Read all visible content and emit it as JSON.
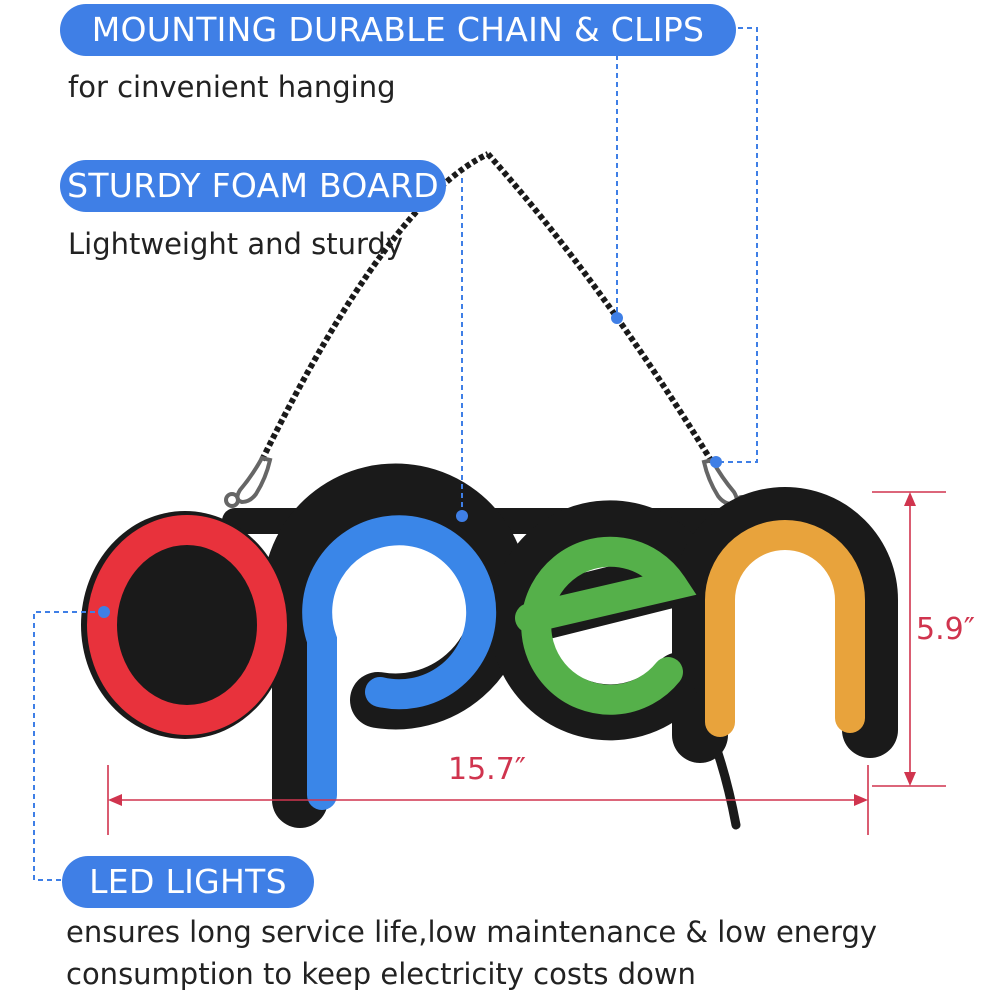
{
  "callouts": {
    "chain": {
      "title": "MOUNTING DURABLE CHAIN & CLIPS",
      "desc": "for cinvenient hanging"
    },
    "board": {
      "title": "STURDY FOAM BOARD",
      "desc": "Lightweight and sturdy"
    },
    "led": {
      "title": "LED LIGHTS",
      "desc_line1": "ensures long service life,low maintenance & low energy",
      "desc_line2": "consumption to keep electricity costs down"
    }
  },
  "dimensions": {
    "width": "15.7″",
    "height": "5.9″"
  },
  "colors": {
    "callout_bg": "#3f7fe6",
    "callout_text": "#ffffff",
    "dimension": "#d0344e",
    "letter_o": "#e8323c",
    "letter_p": "#3a86e8",
    "letter_e": "#55b04a",
    "letter_n": "#e8a33c"
  }
}
